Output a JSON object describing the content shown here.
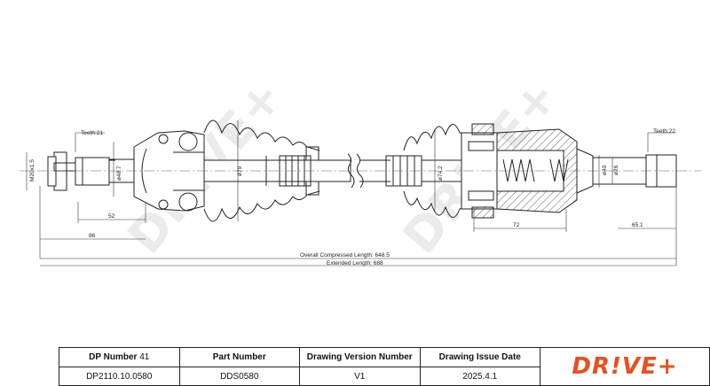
{
  "watermark": "DR!VE+",
  "dimensions": {
    "teeth_left": "Teeth:21",
    "teeth_right": "Teeth:22",
    "thread": "M20x1.5",
    "dia_48_7": "ø48.7",
    "dia_79": "ø79",
    "dia_74_2": "ø74.2",
    "dia_40": "ø40",
    "dia_26": "ø26",
    "len_52": "52",
    "len_86": "86",
    "len_72": "72",
    "len_65_1": "65.1",
    "overall_compressed": "Overall Compressed Length: 648.5",
    "extended": "Extended Length: 688"
  },
  "title_block": {
    "dp_number_label": "DP Number",
    "dp_number_suffix": "41",
    "part_number_label": "Part Number",
    "drawing_version_label": "Drawing Version Number",
    "drawing_issue_date_label": "Drawing Issue Date",
    "dp_number_value": "DP2110.10.0580",
    "part_number_value": "DDS0580",
    "drawing_version_value": "V1",
    "drawing_issue_date_value": "2025.4.1",
    "logo": "DR!VE+"
  }
}
